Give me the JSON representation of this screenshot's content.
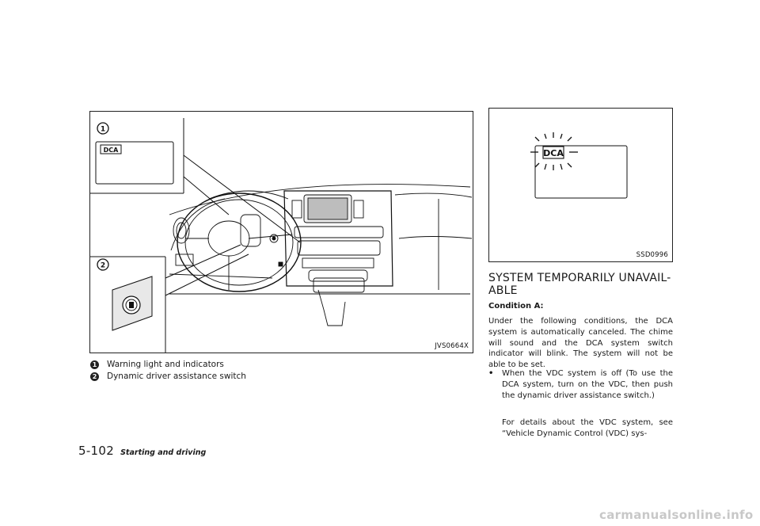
{
  "figure_left": {
    "code": "JVS0664X",
    "callout_1": "1",
    "callout_2": "2",
    "indicator_label": "DCA"
  },
  "figure_right": {
    "code": "SSD0996",
    "indicator_label": "DCA"
  },
  "captions": [
    {
      "num": "1",
      "text": "Warning light and indicators"
    },
    {
      "num": "2",
      "text": "Dynamic driver assistance switch"
    }
  ],
  "section": {
    "title": "SYSTEM TEMPORARILY UNAVAIL- ABLE",
    "condition": "Condition A:",
    "paragraph": "Under the following conditions, the DCA system is automatically canceled. The chime will sound and the DCA system switch indicator will blink. The system will not be able to be set.",
    "bullet_marker": "•",
    "bullet": "When the VDC system is off (To use the DCA system, turn on the VDC, then push the dynamic driver assistance switch.)",
    "bullet_sub": "For details about the VDC system, see “Vehicle Dynamic Control (VDC) sys-"
  },
  "footer": {
    "page_number": "5-102",
    "section_name": "Starting and driving"
  },
  "watermark": "carmanualsonline.info"
}
